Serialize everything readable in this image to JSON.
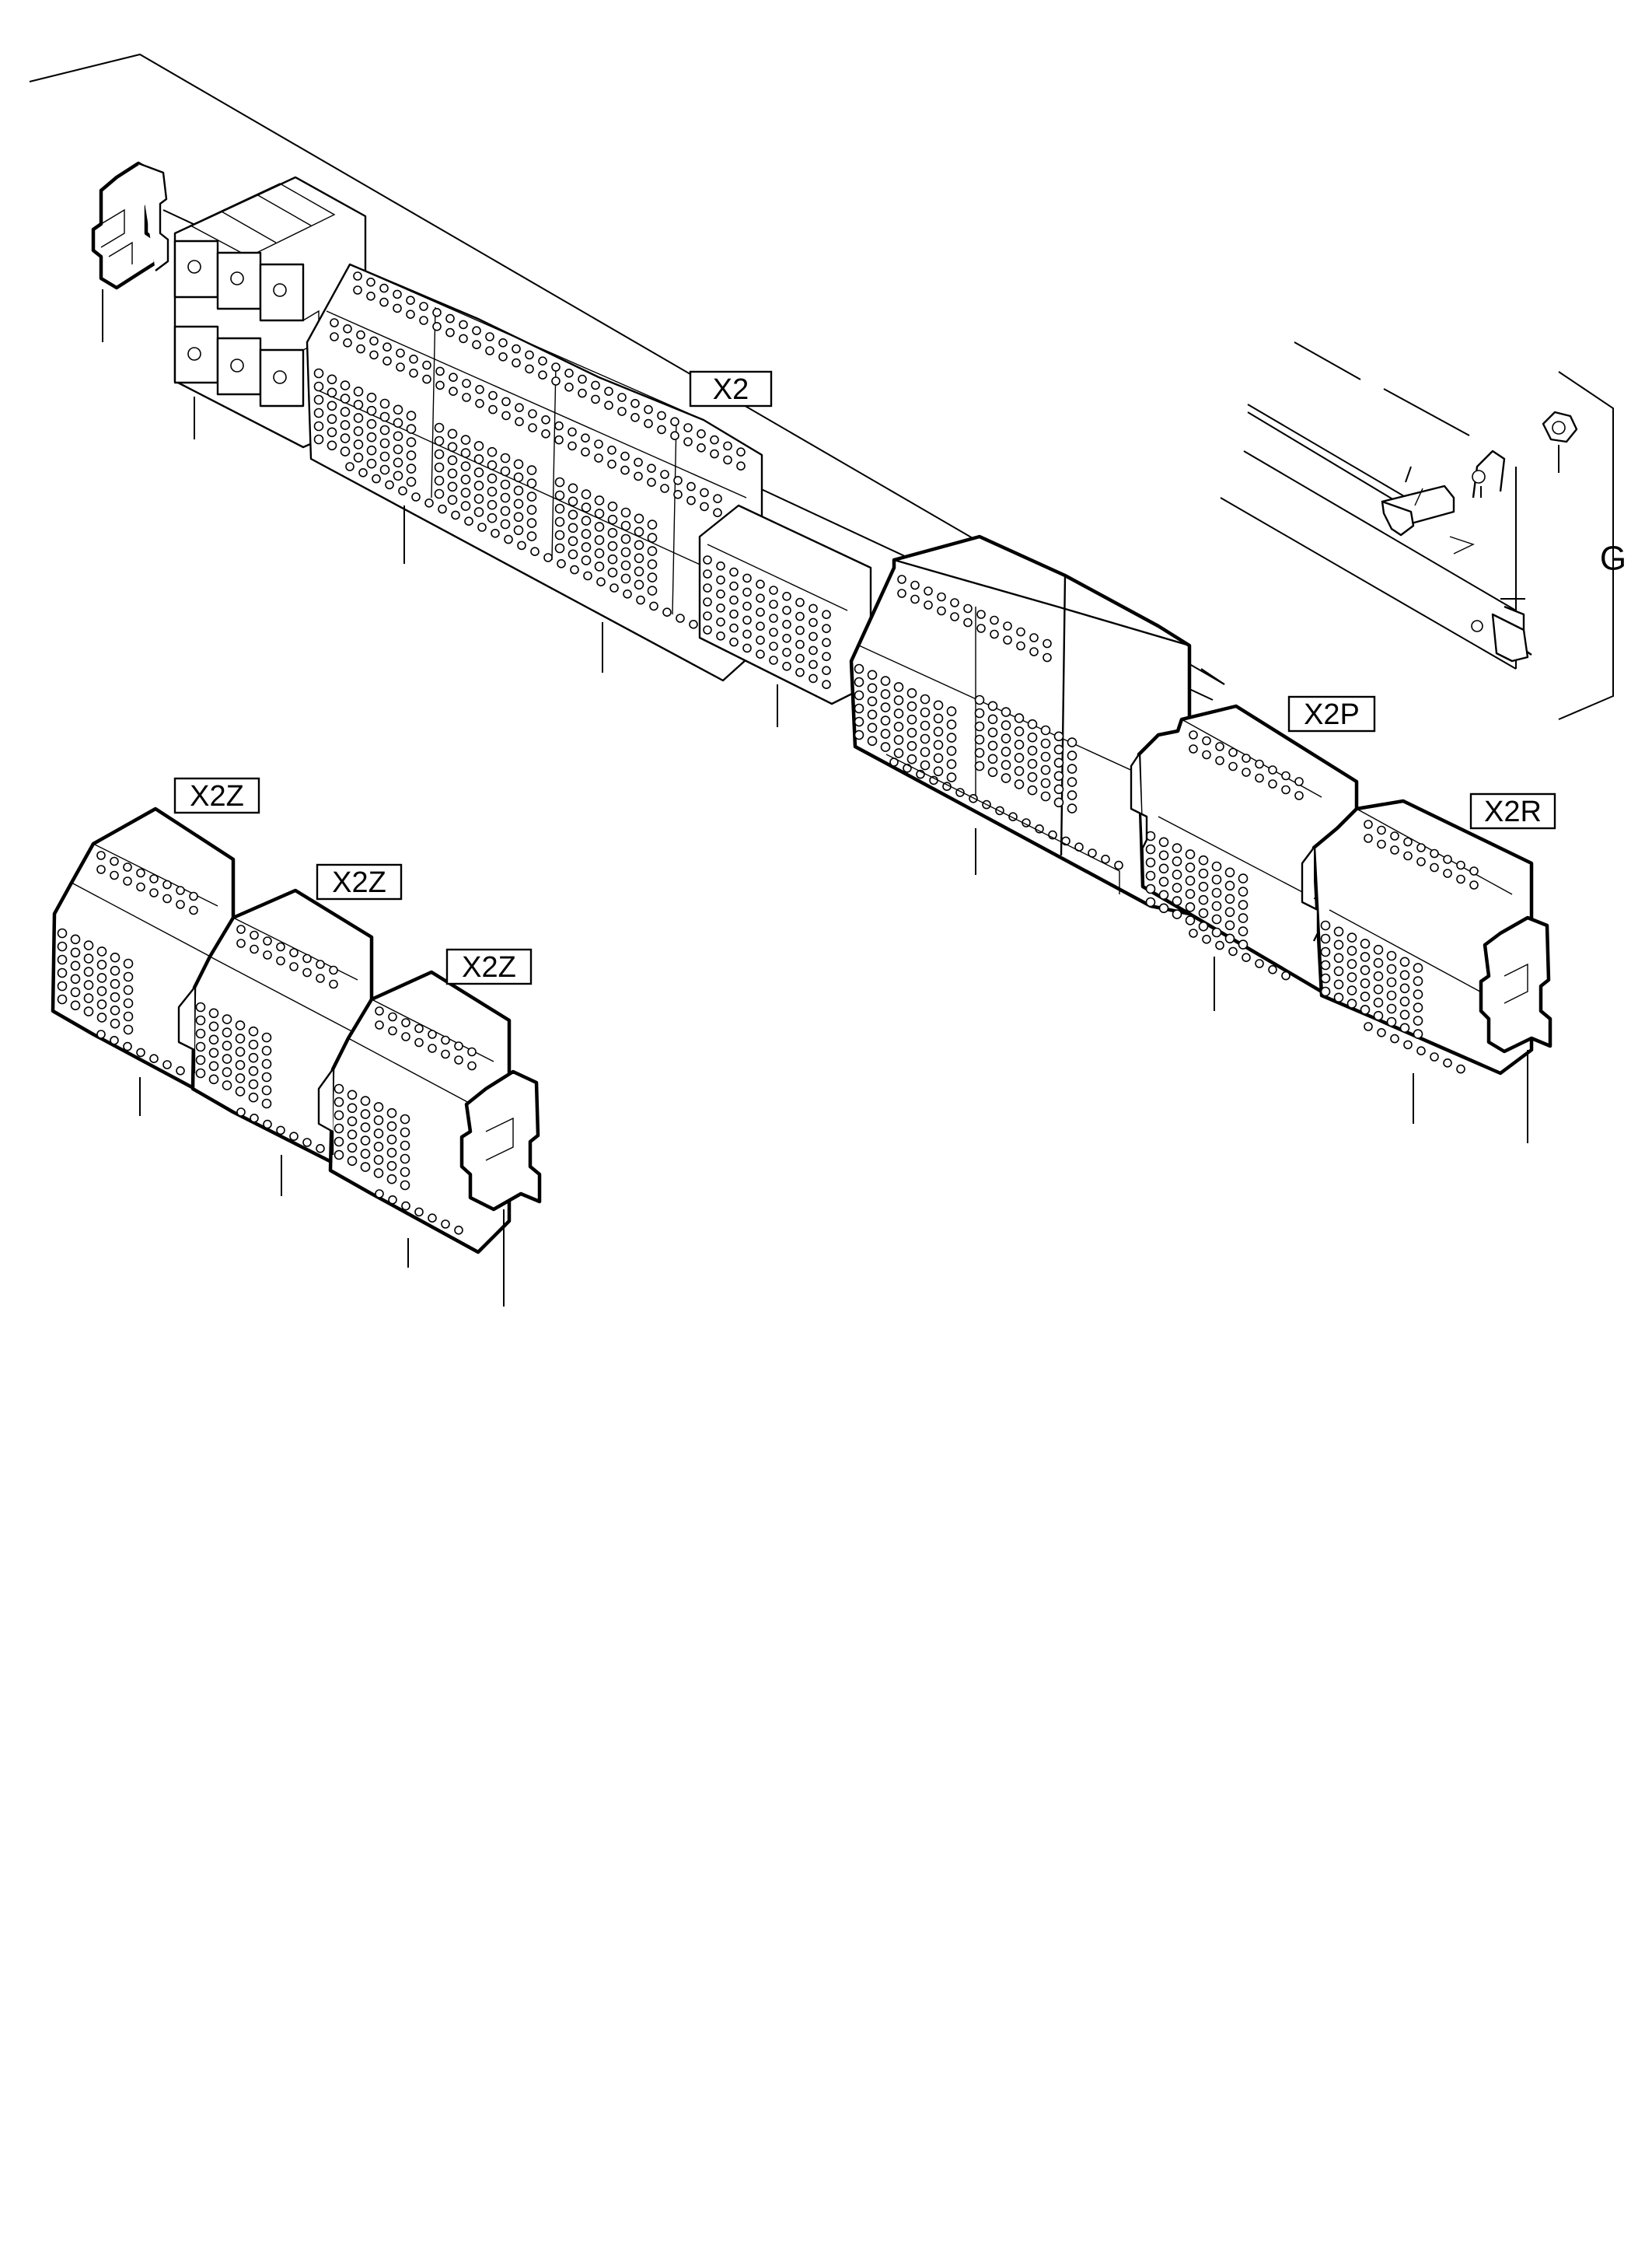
{
  "diagram": {
    "labels": {
      "x2": "X2",
      "x2p": "X2P",
      "x2r": "X2R",
      "x2z_1": "X2Z",
      "x2z_2": "X2Z",
      "x2z_3": "X2Z",
      "g": "G"
    }
  }
}
